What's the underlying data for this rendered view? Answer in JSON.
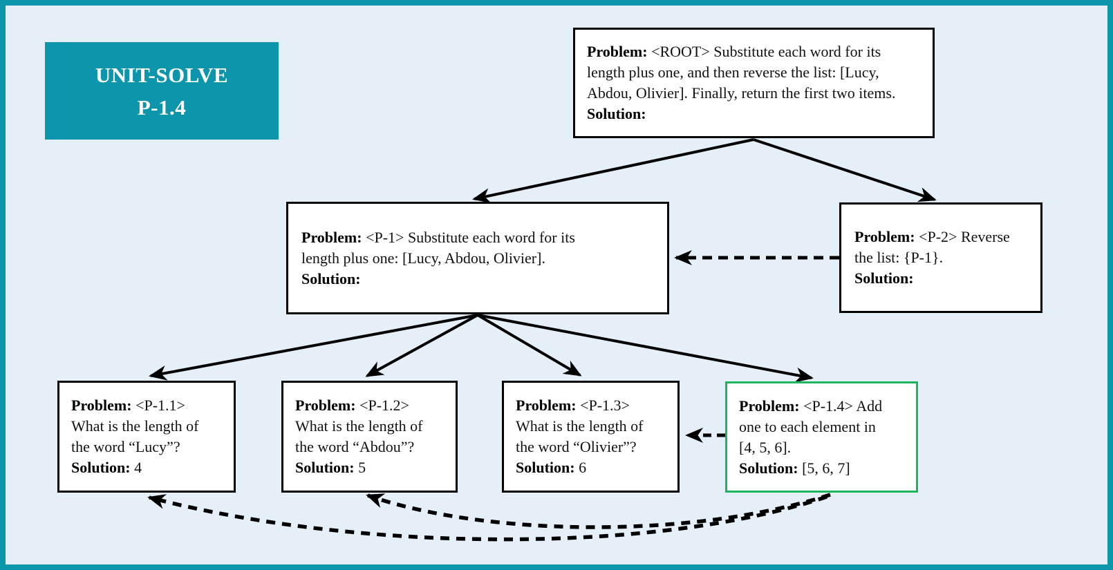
{
  "badge": {
    "title_line1": "UNIT-SOLVE",
    "title_line2": "P-1.4"
  },
  "colors": {
    "frame_teal": "#0D95AC",
    "background_blue": "#E4EFF7",
    "highlight_green": "#1BB55C",
    "node_border": "#000000",
    "arrow": "#000000",
    "node_fill": "#ffffff"
  },
  "nodes": {
    "root": {
      "id": "<ROOT>",
      "lines": [
        {
          "b": "Problem:",
          "t": " <ROOT> Substitute each word for its"
        },
        {
          "t": "length plus one, and then reverse the list: [Lucy,"
        },
        {
          "t": "Abdou, Olivier]. Finally, return the first two items."
        },
        {
          "b": "Solution:",
          "t": ""
        }
      ]
    },
    "p1": {
      "id": "<P-1>",
      "lines": [
        {
          "b": "Problem:",
          "t": " <P-1> Substitute each word for its"
        },
        {
          "t": "length plus one: [Lucy, Abdou, Olivier]."
        },
        {
          "b": "Solution:",
          "t": ""
        }
      ]
    },
    "p2": {
      "id": "<P-2>",
      "lines": [
        {
          "b": "Problem:",
          "t": " <P-2> Reverse"
        },
        {
          "t": "the list: {P-1}."
        },
        {
          "b": "Solution:",
          "t": ""
        }
      ]
    },
    "p11": {
      "id": "<P-1.1>",
      "lines": [
        {
          "b": "Problem:",
          "t": " <P-1.1>"
        },
        {
          "t": "What is the length of"
        },
        {
          "t": "the word “Lucy”?"
        },
        {
          "b": "Solution:",
          "t": " 4"
        }
      ]
    },
    "p12": {
      "id": "<P-1.2>",
      "lines": [
        {
          "b": "Problem:",
          "t": " <P-1.2>"
        },
        {
          "t": "What is the length of"
        },
        {
          "t": "the word “Abdou”?"
        },
        {
          "b": "Solution:",
          "t": " 5"
        }
      ]
    },
    "p13": {
      "id": "<P-1.3>",
      "lines": [
        {
          "b": "Problem:",
          "t": " <P-1.3>"
        },
        {
          "t": "What is the length of"
        },
        {
          "t": "the word “Olivier”?"
        },
        {
          "b": "Solution:",
          "t": " 6"
        }
      ]
    },
    "p14": {
      "id": "<P-1.4>",
      "highlighted": true,
      "lines": [
        {
          "b": "Problem:",
          "t": " <P-1.4> Add"
        },
        {
          "t": "one to each element in"
        },
        {
          "t": "[4, 5, 6]."
        },
        {
          "b": "Solution:",
          "t": " [5, 6, 7]"
        }
      ]
    }
  },
  "edges": {
    "solid_parent_child": [
      [
        "ROOT",
        "P-1"
      ],
      [
        "ROOT",
        "P-2"
      ],
      [
        "P-1",
        "P-1.1"
      ],
      [
        "P-1",
        "P-1.2"
      ],
      [
        "P-1",
        "P-1.3"
      ],
      [
        "P-1",
        "P-1.4"
      ]
    ],
    "dashed_dependencies": [
      [
        "P-2",
        "P-1"
      ],
      [
        "P-1.4",
        "P-1.3"
      ],
      [
        "P-1.4",
        "P-1.1"
      ],
      [
        "P-1.4",
        "P-1.2"
      ]
    ]
  }
}
